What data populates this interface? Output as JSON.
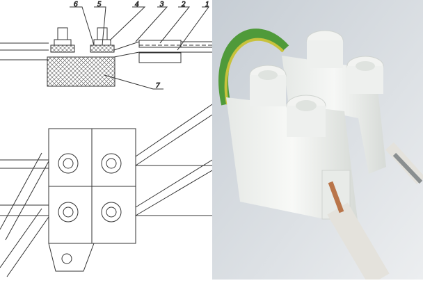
{
  "drawing": {
    "callouts": [
      "6",
      "5",
      "4",
      "3",
      "2",
      "1",
      "7"
    ]
  },
  "photo": {
    "subject": "terminal-block-connector",
    "colors": {
      "background": "#d4dadf",
      "plastic": "#eef0ee",
      "wire_green": "#4f9a3a",
      "wire_yellow": "#c8c23c",
      "copper": "#b9754a",
      "insulation": "#e4e2dc"
    }
  }
}
